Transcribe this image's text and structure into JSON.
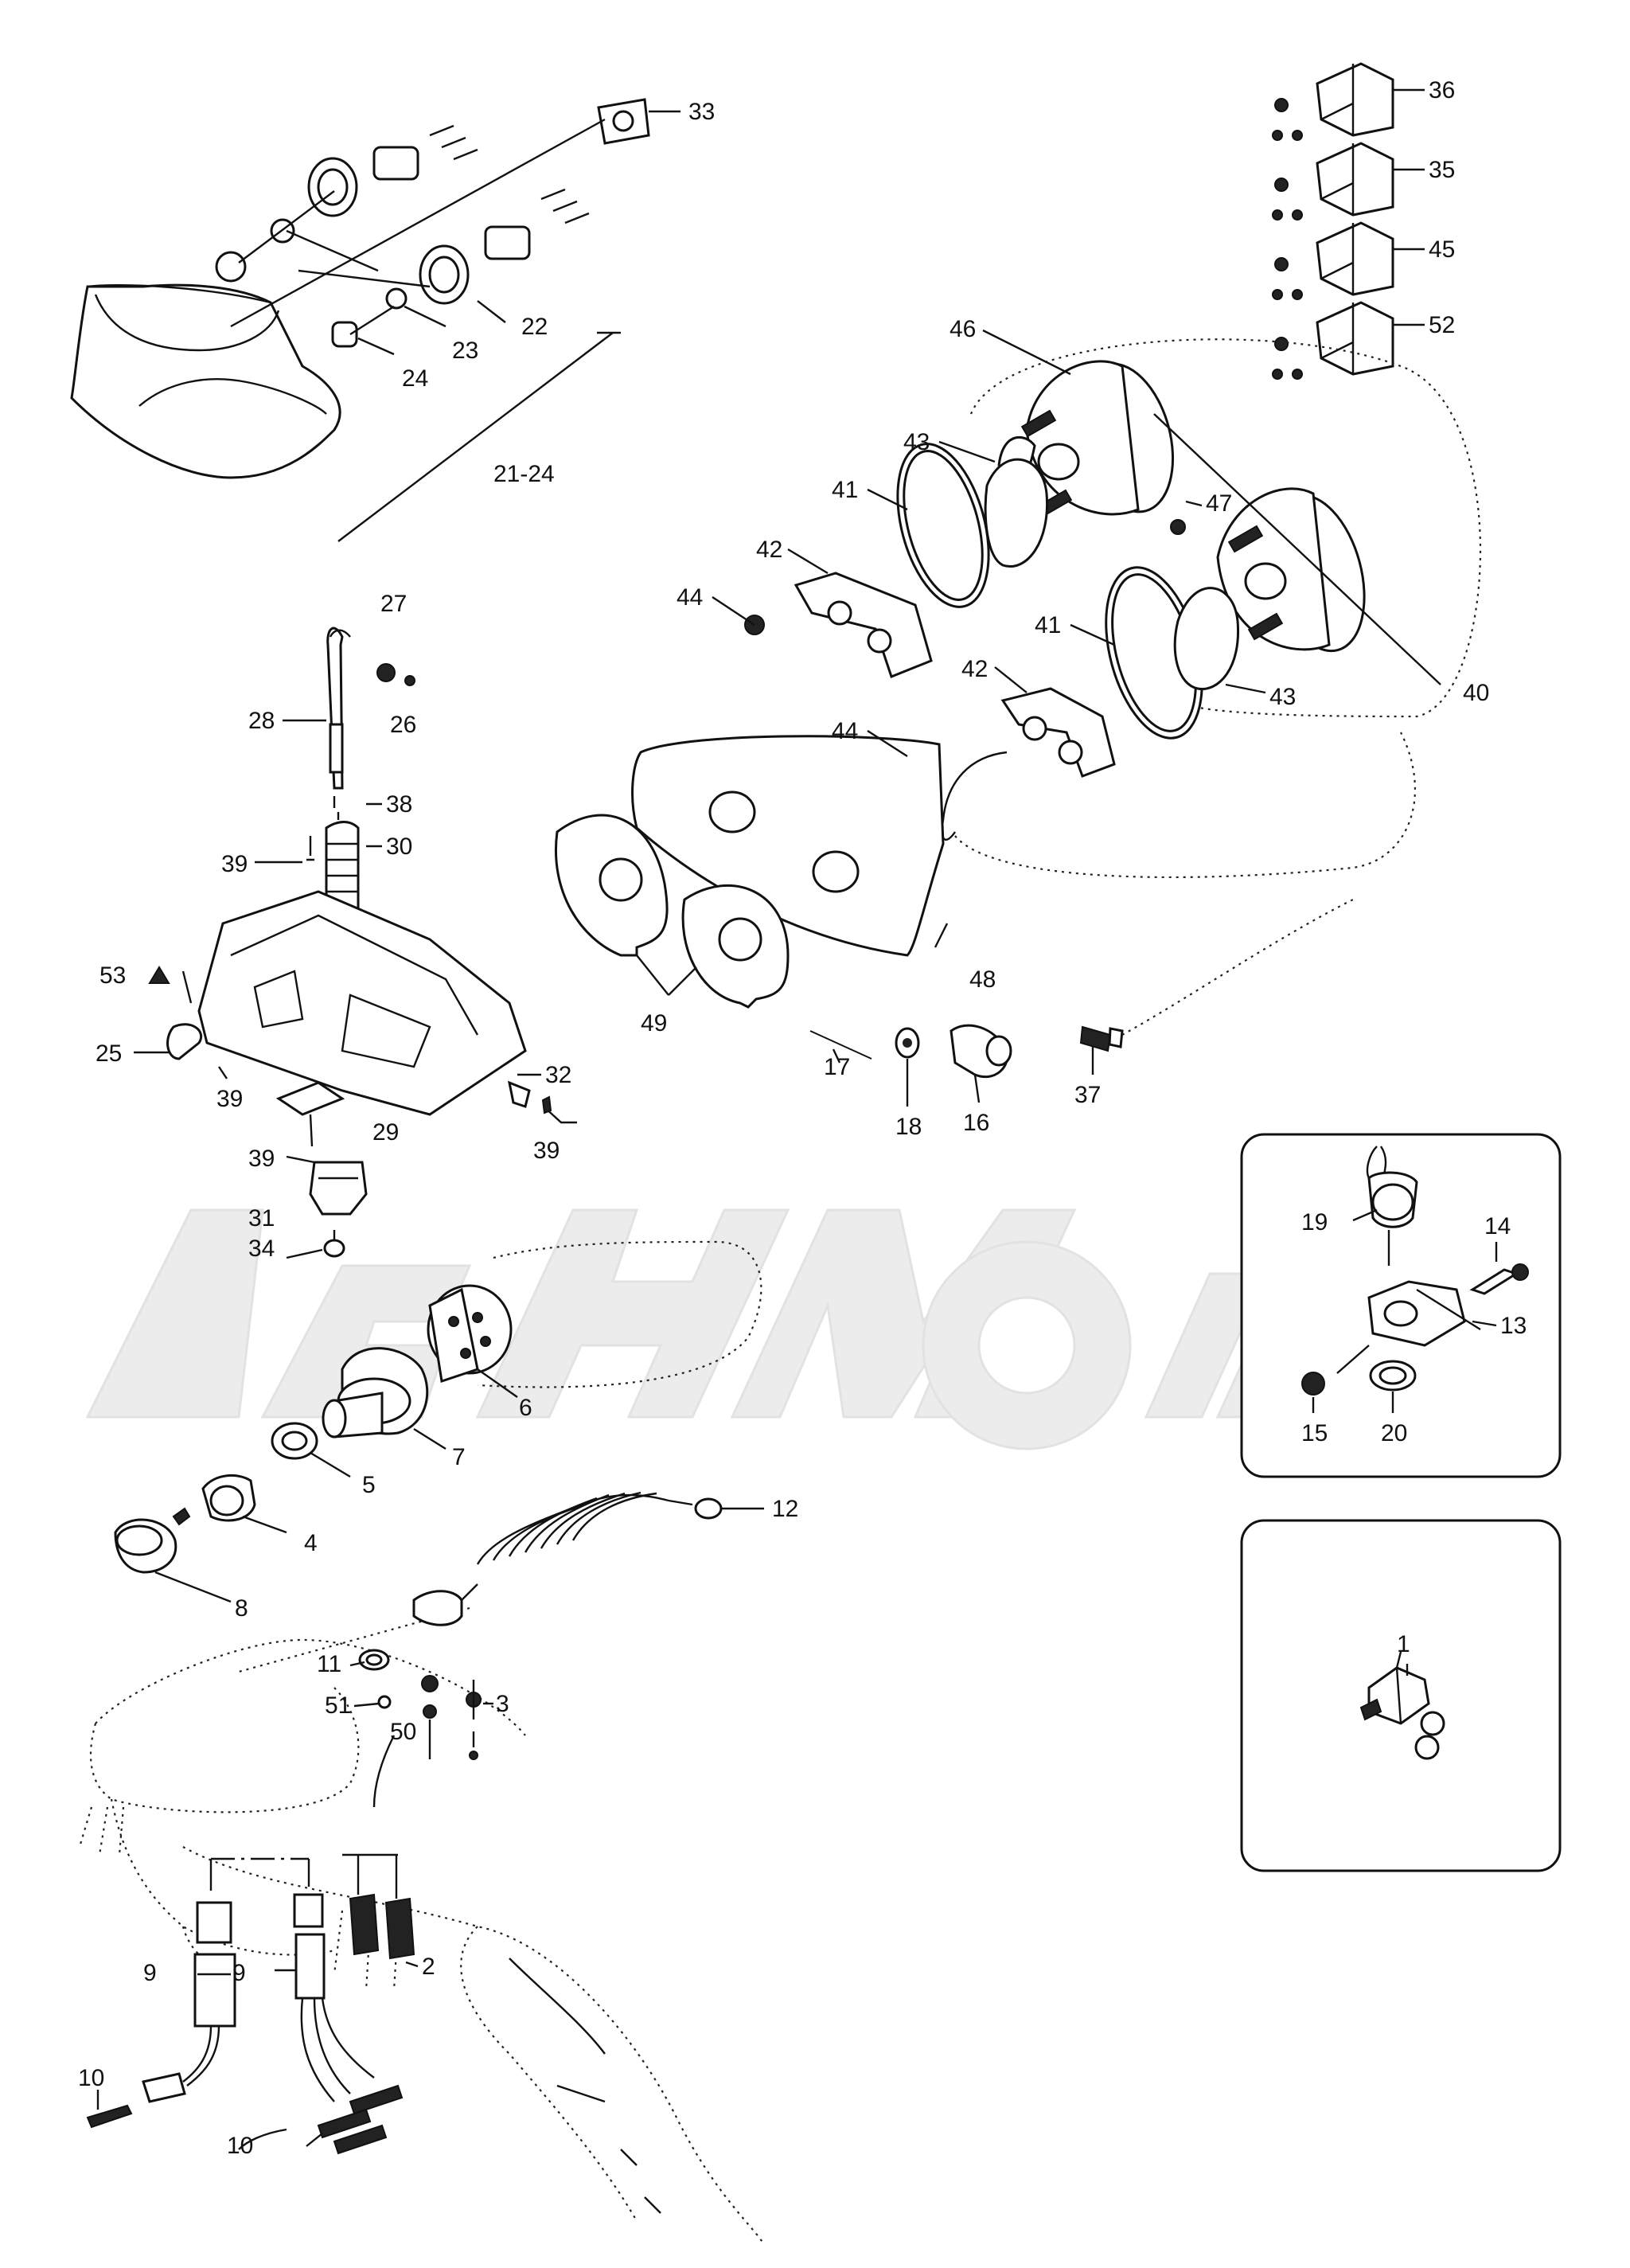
{
  "watermark": "",
  "callouts": [
    {
      "id": "c33",
      "text": "33"
    },
    {
      "id": "c22",
      "text": "22"
    },
    {
      "id": "c23",
      "text": "23"
    },
    {
      "id": "c24",
      "text": "24"
    },
    {
      "id": "c21_24",
      "text": "21-24"
    },
    {
      "id": "c36",
      "text": "36"
    },
    {
      "id": "c35",
      "text": "35"
    },
    {
      "id": "c45",
      "text": "45"
    },
    {
      "id": "c52",
      "text": "52"
    },
    {
      "id": "c46",
      "text": "46"
    },
    {
      "id": "c43a",
      "text": "43"
    },
    {
      "id": "c41a",
      "text": "41"
    },
    {
      "id": "c47",
      "text": "47"
    },
    {
      "id": "c42a",
      "text": "42"
    },
    {
      "id": "c44a",
      "text": "44"
    },
    {
      "id": "c41b",
      "text": "41"
    },
    {
      "id": "c42b",
      "text": "42"
    },
    {
      "id": "c43b",
      "text": "43"
    },
    {
      "id": "c40",
      "text": "40"
    },
    {
      "id": "c44b",
      "text": "44"
    },
    {
      "id": "c27",
      "text": "27"
    },
    {
      "id": "c28",
      "text": "28"
    },
    {
      "id": "c26",
      "text": "26"
    },
    {
      "id": "c38",
      "text": "38"
    },
    {
      "id": "c39a",
      "text": "39"
    },
    {
      "id": "c30",
      "text": "30"
    },
    {
      "id": "c53",
      "text": "53"
    },
    {
      "id": "c25",
      "text": "25"
    },
    {
      "id": "c39b",
      "text": "39"
    },
    {
      "id": "c32",
      "text": "32"
    },
    {
      "id": "c39c",
      "text": "39"
    },
    {
      "id": "c29",
      "text": "29"
    },
    {
      "id": "c39d",
      "text": "39"
    },
    {
      "id": "c31",
      "text": "31"
    },
    {
      "id": "c34",
      "text": "34"
    },
    {
      "id": "c48",
      "text": "48"
    },
    {
      "id": "c49",
      "text": "49"
    },
    {
      "id": "c17",
      "text": "17"
    },
    {
      "id": "c18",
      "text": "18"
    },
    {
      "id": "c16",
      "text": "16"
    },
    {
      "id": "c37",
      "text": "37"
    },
    {
      "id": "c19",
      "text": "19"
    },
    {
      "id": "c14",
      "text": "14"
    },
    {
      "id": "c13",
      "text": "13"
    },
    {
      "id": "c15",
      "text": "15"
    },
    {
      "id": "c20",
      "text": "20"
    },
    {
      "id": "c6",
      "text": "6"
    },
    {
      "id": "c7",
      "text": "7"
    },
    {
      "id": "c5",
      "text": "5"
    },
    {
      "id": "c4",
      "text": "4"
    },
    {
      "id": "c8",
      "text": "8"
    },
    {
      "id": "c12",
      "text": "12"
    },
    {
      "id": "c11",
      "text": "11"
    },
    {
      "id": "c51",
      "text": "51"
    },
    {
      "id": "c50",
      "text": "50"
    },
    {
      "id": "c3",
      "text": "3"
    },
    {
      "id": "c1",
      "text": "1"
    },
    {
      "id": "c9a",
      "text": "9"
    },
    {
      "id": "c9b",
      "text": "9"
    },
    {
      "id": "c2",
      "text": "2"
    },
    {
      "id": "c10a",
      "text": "10"
    },
    {
      "id": "c10b",
      "text": "10"
    }
  ]
}
